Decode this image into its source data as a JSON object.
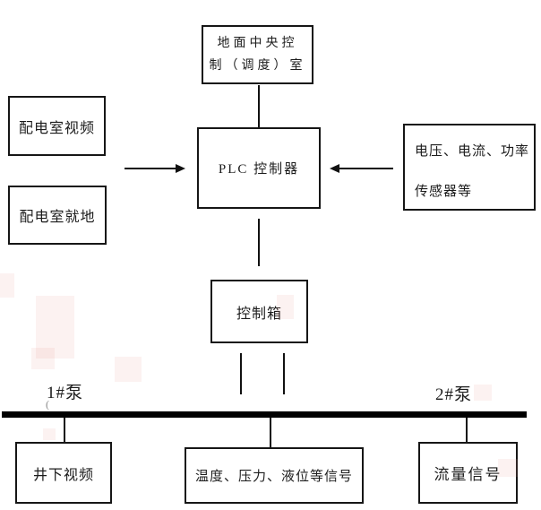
{
  "diagram": {
    "nodes": {
      "control_room": {
        "label": "地面中央控\n制（调度）室"
      },
      "dist_video": {
        "label": "配电室视频"
      },
      "dist_local": {
        "label": "配电室就地"
      },
      "plc": {
        "label": "PLC 控制器"
      },
      "sensors": {
        "label": "电压、电流、功率\n传感器等"
      },
      "control_cabinet": {
        "label": "控制箱"
      },
      "underground_video": {
        "label": "井下视频"
      },
      "process_signals": {
        "label": "温度、压力、液位等信号"
      },
      "flow_signal": {
        "label": "流量信号"
      }
    },
    "labels": {
      "pump1": "1#泵",
      "pump2": "2#泵",
      "stray_mark": "("
    },
    "colors": {
      "line": "#111111",
      "bus": "#000000",
      "box_border": "#161616",
      "text": "#1c1c1c",
      "background": "#ffffff",
      "whiteout_artifact": "#fbf1f0"
    }
  }
}
